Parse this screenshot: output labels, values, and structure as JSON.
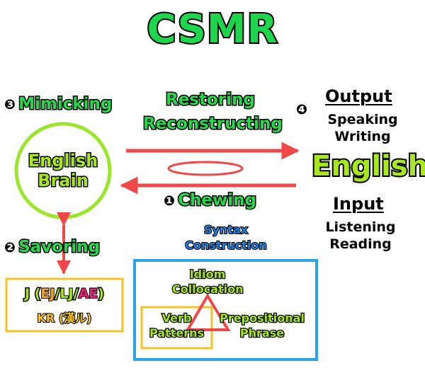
{
  "title": "CSMR",
  "mimicking": {
    "num": "❸",
    "label": "Mimicking"
  },
  "restoring": {
    "line1": "Restoring",
    "line2": "Reconstructing"
  },
  "output": {
    "num": "❹",
    "heading": "Output",
    "item1": "Speaking",
    "item2": "Writing"
  },
  "brain": {
    "line1": "English",
    "line2": "Brain"
  },
  "english": "English",
  "chewing": {
    "num": "❶",
    "label": "Chewing"
  },
  "input": {
    "heading": "Input",
    "item1": "Listening",
    "item2": "Reading"
  },
  "syntax": {
    "line1": "Syntax",
    "line2": "Construction"
  },
  "savoring": {
    "num": "❷",
    "label": "Savoring"
  },
  "j_box": {
    "prefix": "J (",
    "ej": "EJ",
    "sep1": "/",
    "lj": "LJ",
    "sep2": "/",
    "ae": "AE",
    "suffix": ")",
    "kr": "KR (漢ル)"
  },
  "triangle": {
    "top_line1": "Idiom",
    "top_line2": "Collocation",
    "left_line1": "Verb",
    "left_line2": "Patterns",
    "right_line1": "Prepositional",
    "right_line2": "Phrase"
  },
  "colors": {
    "green": "#27d84a",
    "lime": "#a8e61f",
    "red": "#f04848",
    "blue_box": "#2aa3e8",
    "orange_box": "#f5c225",
    "circle": "#9be52c"
  }
}
